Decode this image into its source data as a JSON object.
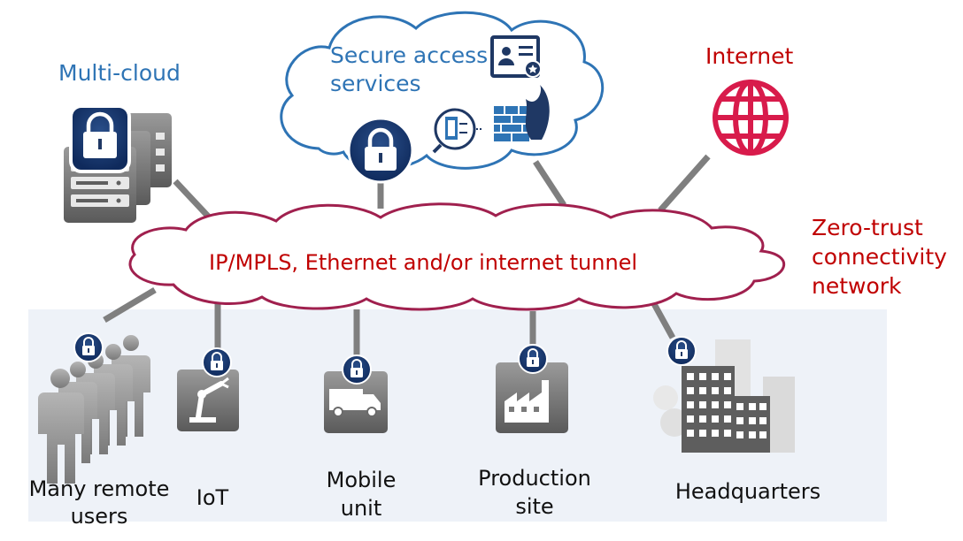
{
  "labels": {
    "multi_cloud": "Multi-cloud",
    "secure_access_line1": "Secure access",
    "secure_access_line2": "services",
    "internet": "Internet",
    "zero_trust_line1": "Zero-trust",
    "zero_trust_line2": "connectivity",
    "zero_trust_line3": "network",
    "tunnel": "IP/MPLS, Ethernet and/or internet tunnel",
    "remote_users_line1": "Many remote",
    "remote_users_line2": "users",
    "iot": "IoT",
    "mobile_line1": "Mobile",
    "mobile_line2": "unit",
    "production_line1": "Production",
    "production_line2": "site",
    "headquarters": "Headquarters"
  },
  "icons": [
    "server-stack-icon",
    "lock-icon",
    "certificate-icon",
    "firewall-icon",
    "access-device-icon",
    "globe-icon",
    "people-icon",
    "robot-arm-icon",
    "truck-icon",
    "factory-icon",
    "buildings-icon"
  ],
  "colors": {
    "blue_text": "#2e74b5",
    "red_text": "#c00000",
    "navy_lock": "#1f3864",
    "cloud_top_stroke": "#2e74b5",
    "cloud_mid_stroke": "#a0204e",
    "globe": "#d81b4b",
    "connector": "#808080",
    "band": "#eef2f8"
  }
}
